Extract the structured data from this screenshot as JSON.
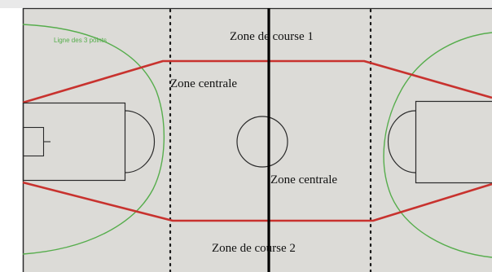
{
  "colors": {
    "page": "#ffffff",
    "court": "#dcdbd7",
    "line": "#2a2a2a",
    "dotted": "#1a1a1a",
    "midline": "#000000",
    "run_zone_border": "#c8322e",
    "three_point": "#56ad4c"
  },
  "labels": {
    "three_point": "Ligne des 3 points",
    "zone_course_1": "Zone de course 1",
    "zone_course_2": "Zone de course 2",
    "zone_centrale_left": "Zone centrale",
    "zone_centrale_right": "Zone centrale"
  }
}
